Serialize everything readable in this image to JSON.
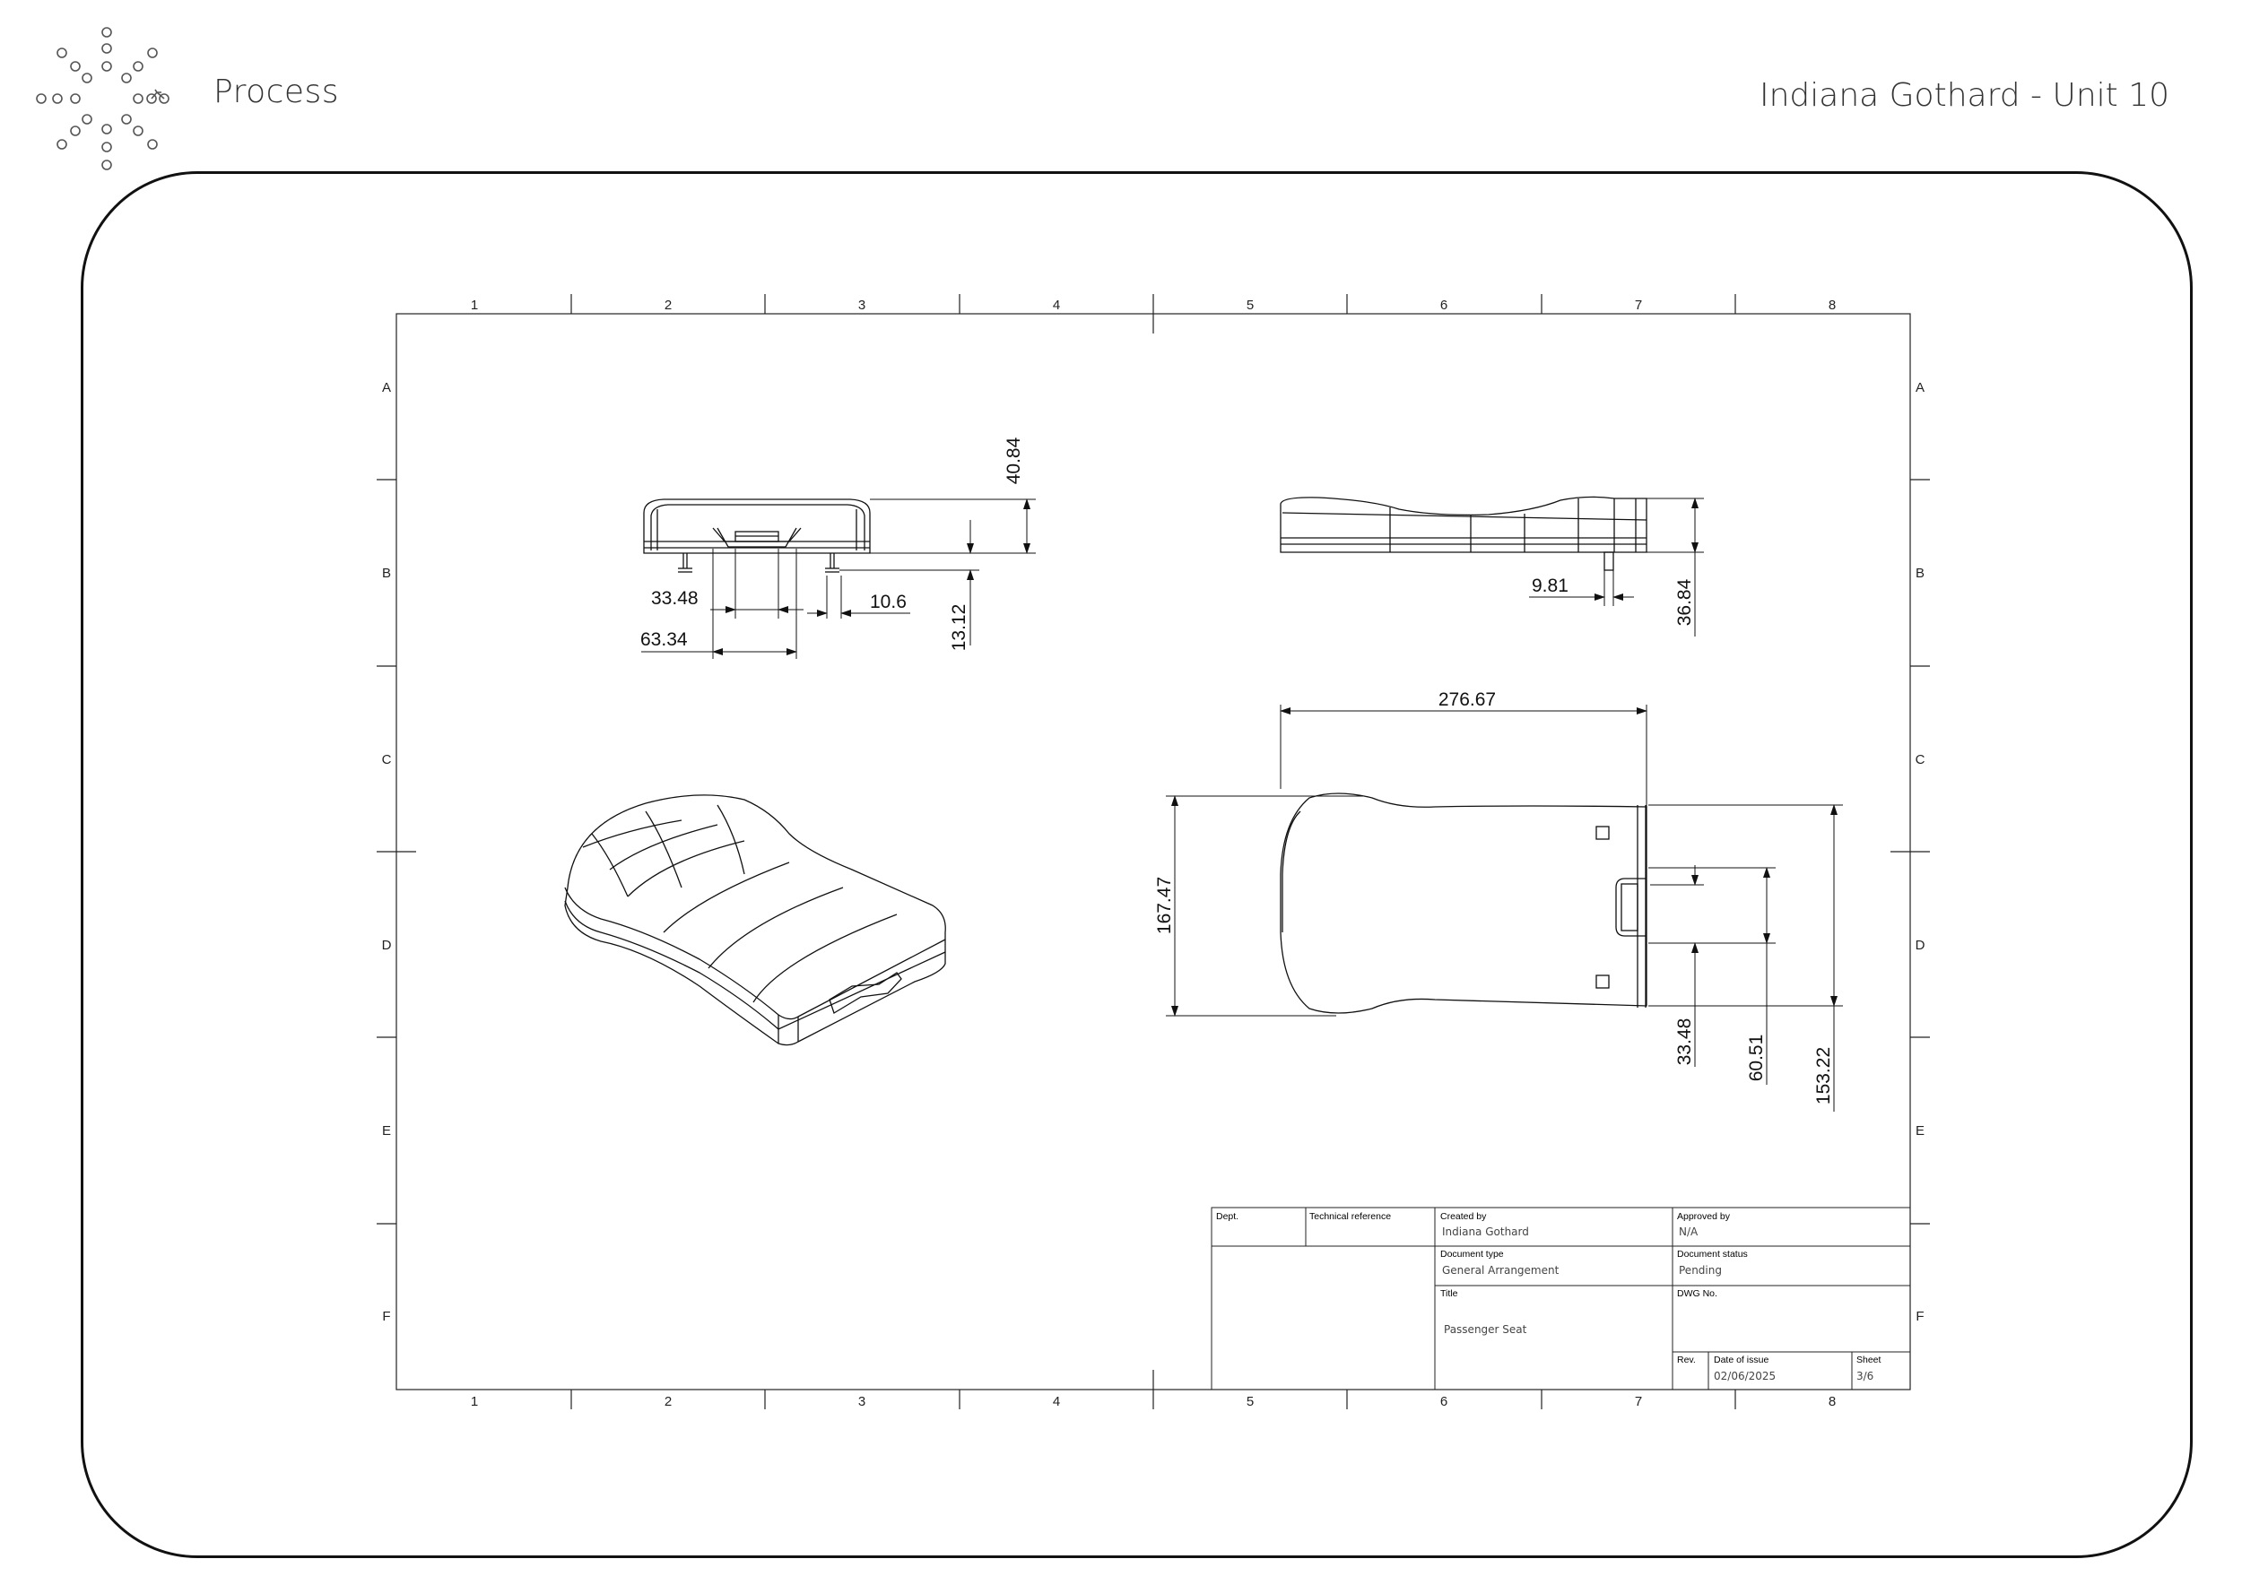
{
  "header": {
    "section_title": "Process",
    "author_unit": "Indiana Gothard - Unit 10"
  },
  "sheet": {
    "zone_columns": [
      "1",
      "2",
      "3",
      "4",
      "5",
      "6",
      "7",
      "8"
    ],
    "zone_rows": [
      "A",
      "B",
      "C",
      "D",
      "E",
      "F"
    ]
  },
  "dimensions": {
    "top_view_height": "40.84",
    "top_view_clip_width": "33.48",
    "top_view_peg_width": "10.6",
    "top_view_overall_slot": "63.34",
    "top_view_peg_height": "13.12",
    "side_view_peg": "9.81",
    "side_view_height": "36.84",
    "plan_length": "276.67",
    "plan_width": "167.47",
    "plan_clip": "33.48",
    "plan_peg_spacing": "60.51",
    "plan_rear_width": "153.22"
  },
  "title_block": {
    "dept_label": "Dept.",
    "tech_ref_label": "Technical reference",
    "created_by_label": "Created by",
    "created_by": "Indiana Gothard",
    "approved_by_label": "Approved by",
    "approved_by": "N/A",
    "doc_type_label": "Document type",
    "doc_type": "General Arrangement",
    "doc_status_label": "Document status",
    "doc_status": "Pending",
    "title_label": "Title",
    "title": "Passenger Seat",
    "dwg_label": "DWG No.",
    "rev_label": "Rev.",
    "date_label": "Date of issue",
    "date": "02/06/2025",
    "sheet_label": "Sheet",
    "sheet": "3/6"
  }
}
